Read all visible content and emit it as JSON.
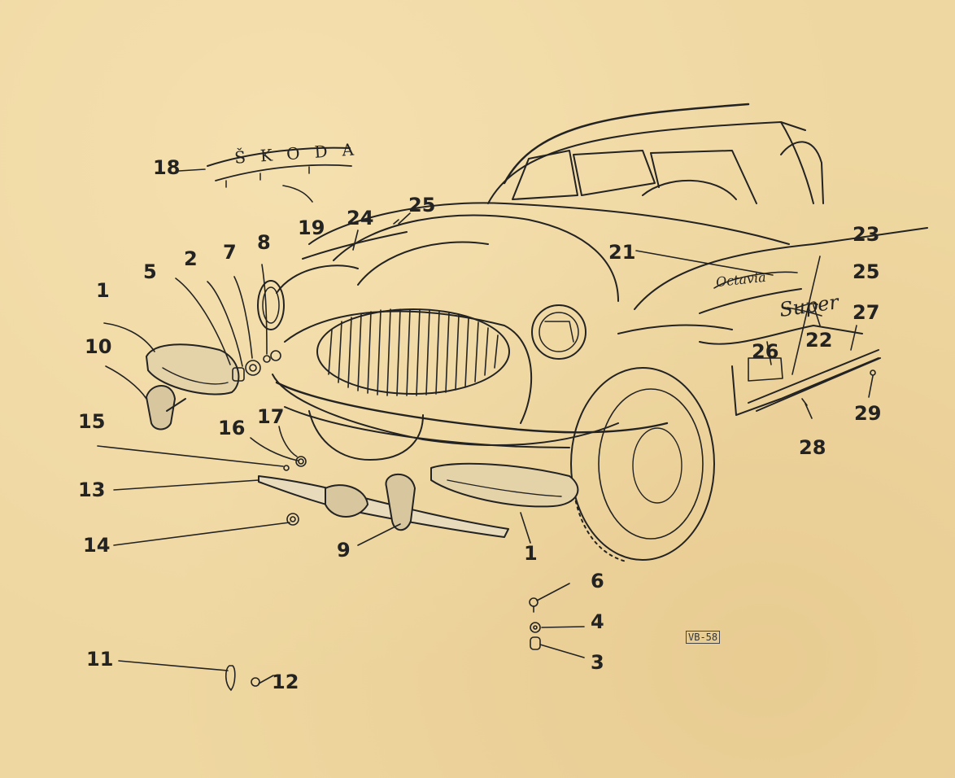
{
  "callouts": {
    "c1a": "1",
    "c1b": "1",
    "c2": "2",
    "c3": "3",
    "c4": "4",
    "c5": "5",
    "c6": "6",
    "c7": "7",
    "c8": "8",
    "c9": "9",
    "c10": "10",
    "c11": "11",
    "c12": "12",
    "c13": "13",
    "c14": "14",
    "c15": "15",
    "c16": "16",
    "c17": "17",
    "c18": "18",
    "c19": "19",
    "c21": "21",
    "c22": "22",
    "c23": "23",
    "c24": "24",
    "c25a": "25",
    "c25b": "25",
    "c26": "26",
    "c27": "27",
    "c28": "28",
    "c29": "29"
  },
  "hood_lettering": "ŠKODA",
  "badge_script": "Super",
  "side_script": "Octavia",
  "stamp": "VB-58",
  "colors": {
    "paper": "#efd7a1",
    "ink": "#232323",
    "chrome": "#d8cdb6"
  }
}
